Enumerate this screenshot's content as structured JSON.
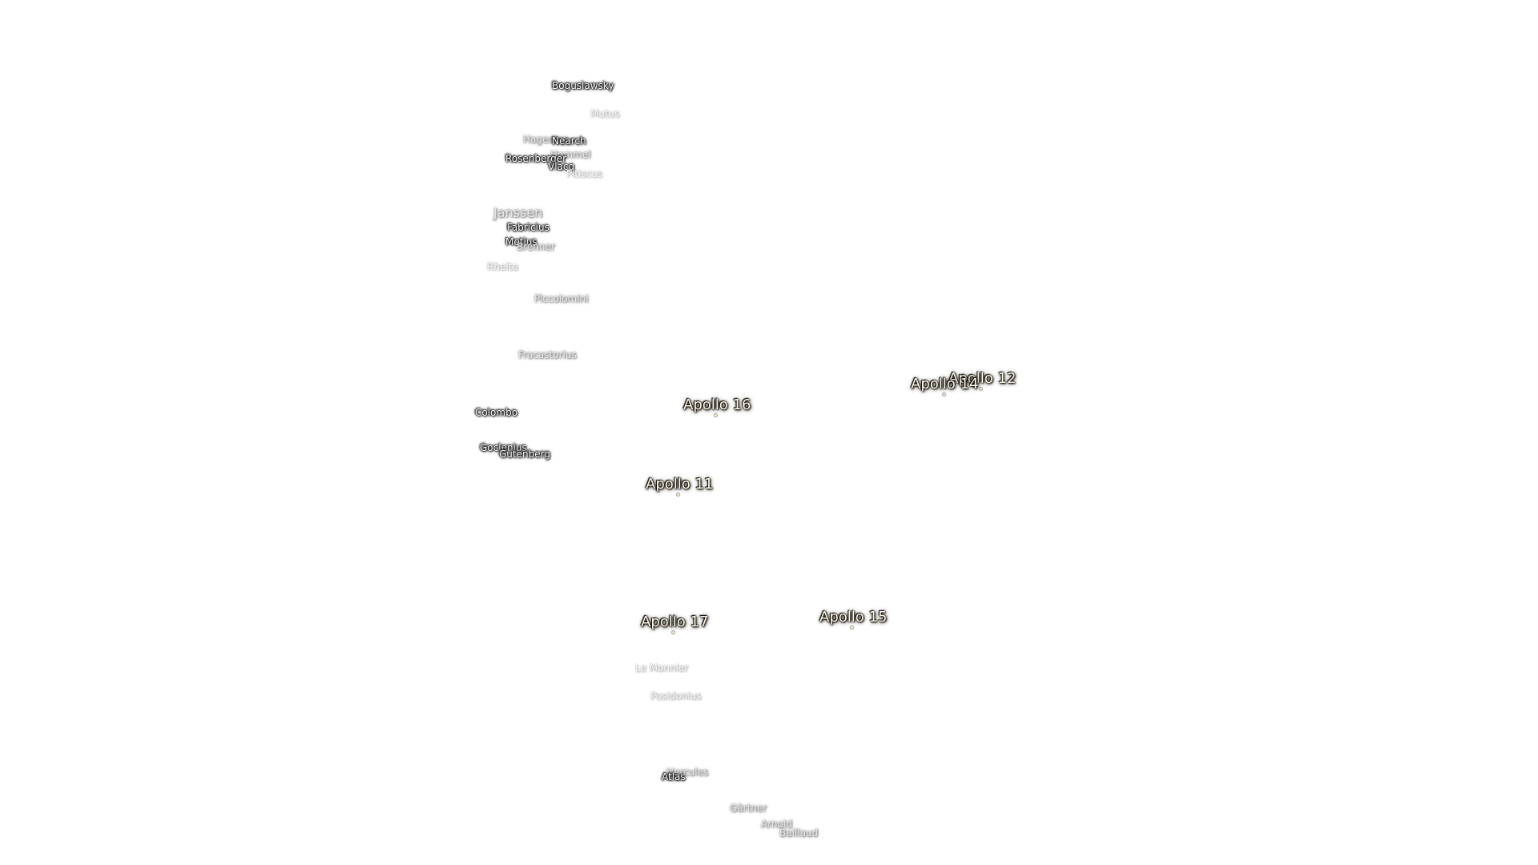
{
  "map": {
    "craters": [
      {
        "id": "boguslawsky",
        "label": "Boguslawsky"
      },
      {
        "id": "mutus",
        "label": "Mutus"
      },
      {
        "id": "hagecius",
        "label": "Hagecius"
      },
      {
        "id": "nearch",
        "label": "Nearch"
      },
      {
        "id": "hommel",
        "label": "Hommel"
      },
      {
        "id": "rosenberger",
        "label": "Rosenberger"
      },
      {
        "id": "vlacq",
        "label": "Vlacq"
      },
      {
        "id": "pitiscus",
        "label": "Pitiscus"
      },
      {
        "id": "janssen",
        "label": "Janssen"
      },
      {
        "id": "fabricius",
        "label": "Fabricius"
      },
      {
        "id": "metius",
        "label": "Metius"
      },
      {
        "id": "brenner",
        "label": "Brenner"
      },
      {
        "id": "rheita",
        "label": "Rheita"
      },
      {
        "id": "piccolomini",
        "label": "Piccolomini"
      },
      {
        "id": "fracastorius",
        "label": "Fracastorius"
      },
      {
        "id": "colombo",
        "label": "Colombo"
      },
      {
        "id": "goclenius",
        "label": "Goclenius"
      },
      {
        "id": "gutenberg",
        "label": "Gutenberg"
      },
      {
        "id": "le-monnier",
        "label": "Le Monnier"
      },
      {
        "id": "posidonius",
        "label": "Posidonius"
      },
      {
        "id": "hercules",
        "label": "Hercules"
      },
      {
        "id": "atlas",
        "label": "Atlas"
      },
      {
        "id": "gartner",
        "label": "Gärtner"
      },
      {
        "id": "arnold",
        "label": "Arnold"
      },
      {
        "id": "baillaud",
        "label": "Baillaud"
      }
    ],
    "landing_sites": [
      {
        "id": "apollo-11",
        "label": "Apollo 11"
      },
      {
        "id": "apollo-12",
        "label": "Apollo 12"
      },
      {
        "id": "apollo-14",
        "label": "Apollo 14"
      },
      {
        "id": "apollo-15",
        "label": "Apollo 15"
      },
      {
        "id": "apollo-16",
        "label": "Apollo 16"
      },
      {
        "id": "apollo-17",
        "label": "Apollo 17"
      }
    ]
  }
}
